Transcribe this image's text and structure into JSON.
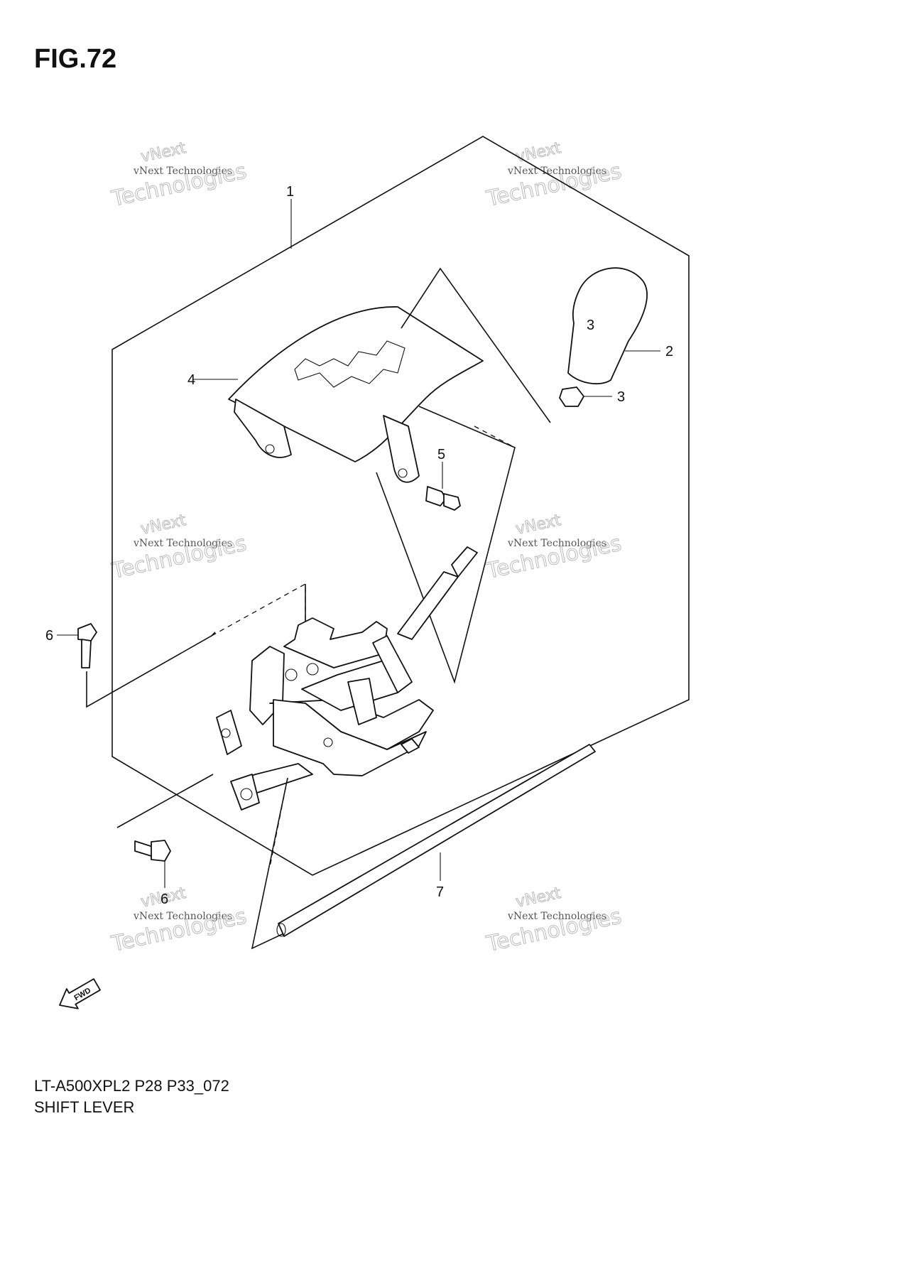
{
  "figure": {
    "title": "FIG.72",
    "model_code": "LT-A500XPL2 P28 P33_072",
    "group_name": "SHIFT LEVER"
  },
  "callouts": [
    {
      "id": "1",
      "text": "1"
    },
    {
      "id": "2",
      "text": "2"
    },
    {
      "id": "3",
      "text": "3"
    },
    {
      "id": "4",
      "text": "4"
    },
    {
      "id": "5",
      "text": "5"
    },
    {
      "id": "6a",
      "text": "6"
    },
    {
      "id": "6b",
      "text": "6"
    },
    {
      "id": "7",
      "text": "7"
    }
  ],
  "fwd_label": "FWD",
  "knob_mark": "3",
  "watermark": {
    "small": "vNext Technologies",
    "brand": "vNext",
    "large": "Technologies"
  },
  "icons": [
    "fwd-arrow-icon"
  ],
  "colors": {
    "line": "#111111",
    "watermark": "#bbbbbb",
    "background": "#ffffff"
  }
}
